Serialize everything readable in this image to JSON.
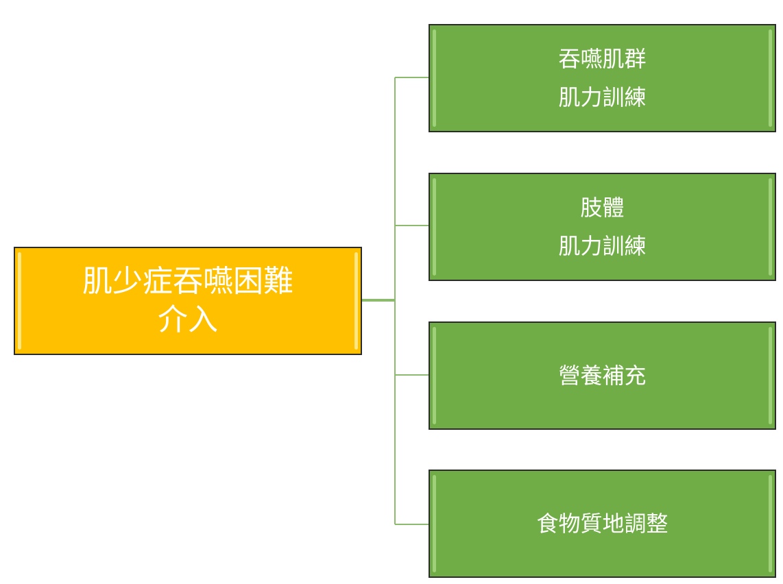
{
  "root": {
    "lines": [
      "肌少症吞嚥困難",
      "介入"
    ]
  },
  "children": [
    {
      "lines": [
        "吞嚥肌群",
        "肌力訓練"
      ]
    },
    {
      "lines": [
        "肢體",
        "肌力訓練"
      ]
    },
    {
      "lines": [
        "營養補充"
      ]
    },
    {
      "lines": [
        "食物質地調整"
      ]
    }
  ],
  "colors": {
    "root": "#ffc000",
    "child": "#70ad47",
    "connector": "#8dbb6e"
  }
}
